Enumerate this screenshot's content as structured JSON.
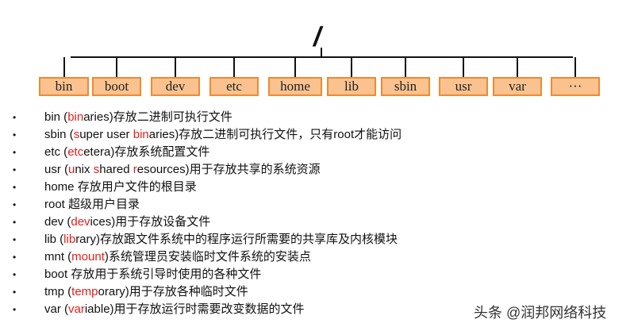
{
  "root_label": "/",
  "dirs": [
    "bin",
    "boot",
    "dev",
    "etc",
    "home",
    "lib",
    "sbin",
    "usr",
    "var",
    "···"
  ],
  "items": [
    [
      {
        "t": "bin  ("
      },
      {
        "t": "bin",
        "r": 1
      },
      {
        "t": "aries)存放二进制可执行文件"
      }
    ],
    [
      {
        "t": "sbin  ("
      },
      {
        "t": "s",
        "r": 1
      },
      {
        "t": "uper user "
      },
      {
        "t": "bin",
        "r": 1
      },
      {
        "t": "aries)存放二进制可执行文件，只有root才能访问"
      }
    ],
    [
      {
        "t": "etc ("
      },
      {
        "t": "etc",
        "r": 1
      },
      {
        "t": "etera)存放系统配置文件"
      }
    ],
    [
      {
        "t": "usr  ("
      },
      {
        "t": "u",
        "r": 1
      },
      {
        "t": "nix "
      },
      {
        "t": "s",
        "r": 1
      },
      {
        "t": "hared "
      },
      {
        "t": "r",
        "r": 1
      },
      {
        "t": "esources)用于存放共享的系统资源"
      }
    ],
    [
      {
        "t": "home 存放用户文件的根目录"
      }
    ],
    [
      {
        "t": "root  超级用户目录"
      }
    ],
    [
      {
        "t": "dev ("
      },
      {
        "t": "dev",
        "r": 1
      },
      {
        "t": "ices)用于存放设备文件"
      }
    ],
    [
      {
        "t": "lib  ("
      },
      {
        "t": "lib",
        "r": 1
      },
      {
        "t": "rary)存放跟文件系统中的程序运行所需要的共享库及内核模块"
      }
    ],
    [
      {
        "t": "mnt  ("
      },
      {
        "t": "mount",
        "r": 1
      },
      {
        "t": ")系统管理员安装临时文件系统的安装点"
      }
    ],
    [
      {
        "t": "boot 存放用于系统引导时使用的各种文件"
      }
    ],
    [
      {
        "t": "tmp  ("
      },
      {
        "t": "temp",
        "r": 1
      },
      {
        "t": "orary)用于存放各种临时文件"
      }
    ],
    [
      {
        "t": "var  ("
      },
      {
        "t": "var",
        "r": 1
      },
      {
        "t": "iable)用于存放运行时需要改变数据的文件"
      }
    ]
  ],
  "bullet": "•",
  "watermark": "头条 @润邦网络科技",
  "colors": {
    "box_fill": "#f9c28f",
    "box_border": "#ef8a33",
    "highlight": "#e0201c"
  }
}
